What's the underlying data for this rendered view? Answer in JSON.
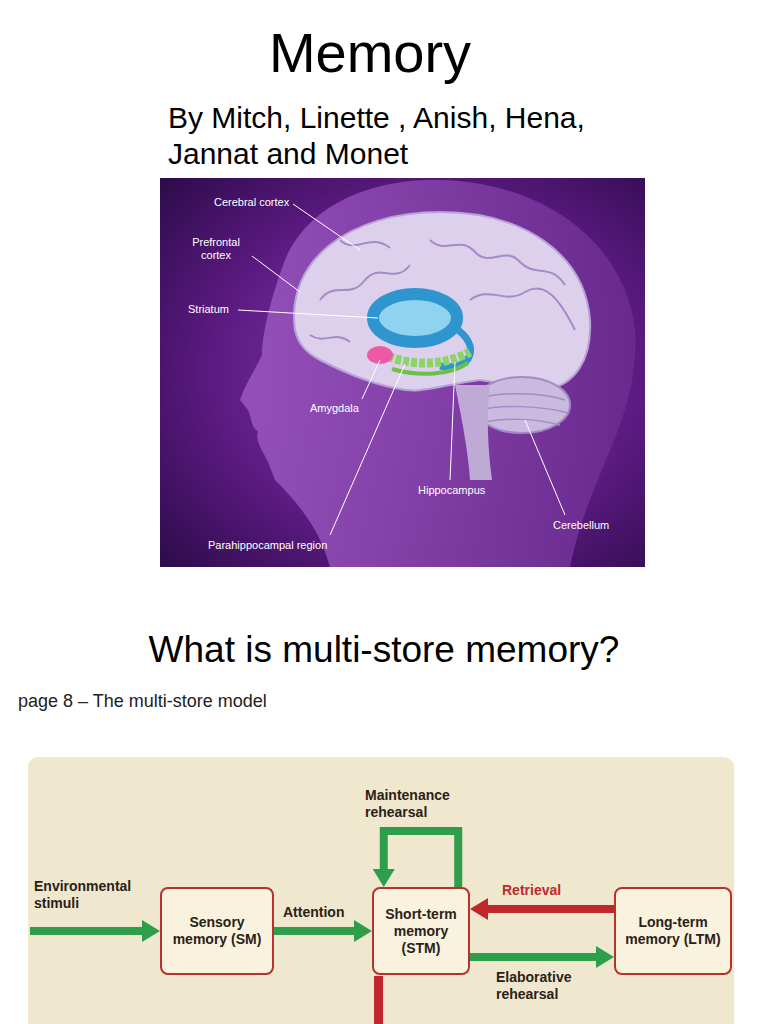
{
  "diagram": {
    "title": "Memory",
    "nodes": [
      {
        "text": [
          "Sensory memory (SM)"
        ]
      },
      {
        "text": [
          "Short-term memory (STM)"
        ]
      },
      {
        "text": [
          "Long-term memory (LTM)"
        ]
      }
    ],
    "edges": [
      {
        "from": 0,
        "to": 1,
        "arrow": "to",
        "label": "Attention"
      },
      {
        "from": 1,
        "to": 1,
        "arrow": "to",
        "label": "Maintenance rehearsal"
      },
      {
        "from": 2,
        "to": 1,
        "arrow": "to",
        "label": "Retrieval"
      },
      {
        "from": 1,
        "to": 2,
        "arrow": "to",
        "label": "Elaborative rehearsal"
      }
    ],
    "labels": [
      "By Mitch, Linette , Anish, Hena, Jannat and Monet",
      "Cerebral cortex",
      "Prefrontal cortex",
      "Striatum",
      "Amygdala",
      "Hippocampus",
      "Cerebellum",
      "Parahippocampal region",
      "What is multi-store memory?",
      "page 8 – The multi-store model",
      "Environmental stimuli"
    ]
  }
}
